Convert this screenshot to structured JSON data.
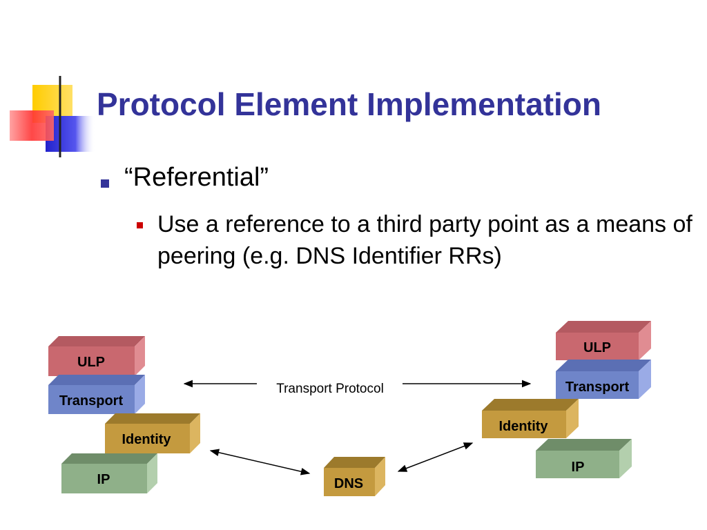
{
  "slide": {
    "title": "Protocol Element Implementation",
    "bullets": [
      {
        "text": "“Referential”",
        "sub_bullets": [
          "Use a reference to a third party point as a means of peering (e.g. DNS Identifier RRs)"
        ]
      }
    ]
  },
  "diagram": {
    "left_stack": [
      "ULP",
      "Transport",
      "Identity",
      "IP"
    ],
    "right_stack": [
      "ULP",
      "Transport",
      "Identity",
      "IP"
    ],
    "center_node": "DNS",
    "transport_link_label": "Transport Protocol"
  },
  "colors": {
    "title": "#333399",
    "bullet_level1": "#333399",
    "bullet_level2": "#cc0000",
    "ulp": "#c9686f",
    "transport": "#6f85c9",
    "identity": "#c49a3f",
    "ip": "#8fb089",
    "dns": "#c49a3f",
    "deco_yellow": "#ffcc00",
    "deco_blue": "#3333cc",
    "deco_red": "#ff3333"
  },
  "icons": [
    "bullet-square-icon",
    "title-decoration-icon",
    "double-arrow-icon"
  ]
}
